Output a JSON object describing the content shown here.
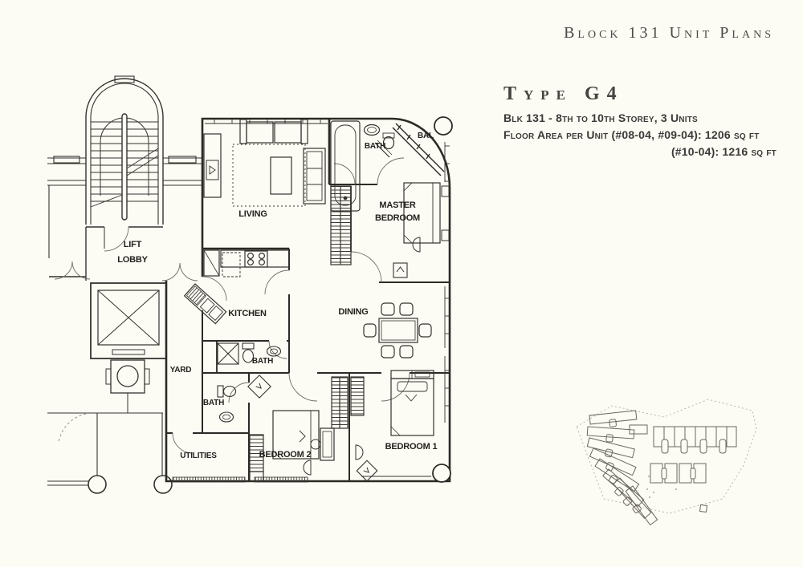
{
  "header": {
    "title": "Block 131 Unit Plans"
  },
  "unit_info": {
    "type": "Type G4",
    "storey_line": "Blk 131 - 8th to 10th Storey, 3 Units",
    "area_line_1": "Floor Area per Unit (#08-04, #09-04): 1206 sq ft",
    "area_line_2": "(#10-04): 1216 sq ft"
  },
  "floor_plan": {
    "rooms": {
      "living": "LIVING",
      "master_line1": "MASTER",
      "master_line2": "BEDROOM",
      "bath_master": "BATH",
      "balcony": "BAL",
      "kitchen": "KITCHEN",
      "dining": "DINING",
      "bath_common": "BATH",
      "bath_lower": "BATH",
      "yard": "YARD",
      "utilities": "UTILITIES",
      "bedroom2": "BEDROOM 2",
      "bedroom1": "BEDROOM 1",
      "lift_line1": "LIFT",
      "lift_line2": "LOBBY"
    }
  }
}
